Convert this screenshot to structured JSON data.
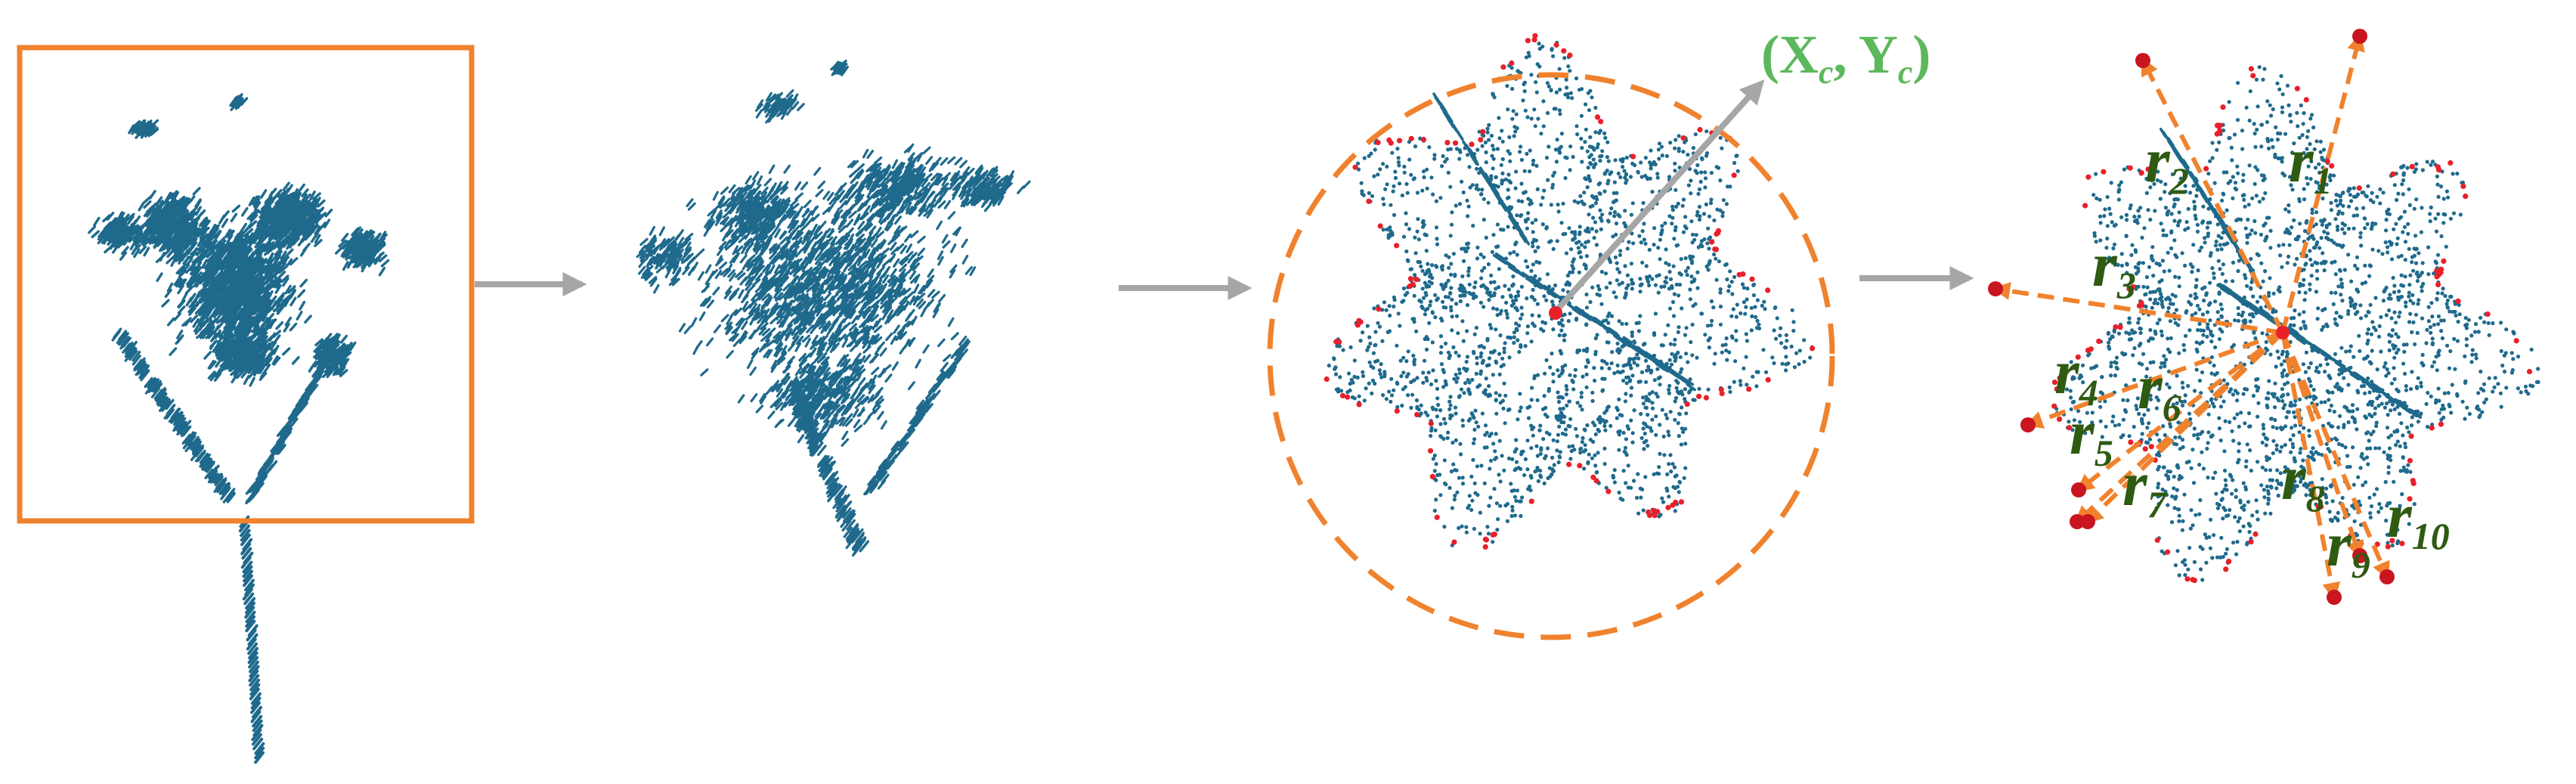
{
  "figure": {
    "colors": {
      "points": "#1f6a8c",
      "highlight_box": "#f0822d",
      "boundary_points": "#e8202a",
      "arrow": "#a6a6a6",
      "radius_arrow": "#f0822d",
      "centroid_label": "#5cb85c",
      "radius_label": "#2e5a12"
    },
    "panels": [
      {
        "id": "panel-1",
        "content": "full tree point cloud with crown bounding box"
      },
      {
        "id": "panel-2",
        "content": "segmented crown point cloud"
      },
      {
        "id": "panel-3",
        "content": "top view with boundary points and enclosing circle"
      },
      {
        "id": "panel-4",
        "content": "crown radii to boundary points"
      }
    ],
    "centroid_label": {
      "base": "(X",
      "sub1": "c",
      "mid": ", Y",
      "sub2": "c",
      "end": ")"
    },
    "radii": [
      {
        "base": "r",
        "sub": "1"
      },
      {
        "base": "r",
        "sub": "2"
      },
      {
        "base": "r",
        "sub": "3"
      },
      {
        "base": "r",
        "sub": "4"
      },
      {
        "base": "r",
        "sub": "5"
      },
      {
        "base": "r",
        "sub": "6"
      },
      {
        "base": "r",
        "sub": "7"
      },
      {
        "base": "r",
        "sub": "8"
      },
      {
        "base": "r",
        "sub": "9"
      },
      {
        "base": "r",
        "sub": "10"
      }
    ]
  }
}
